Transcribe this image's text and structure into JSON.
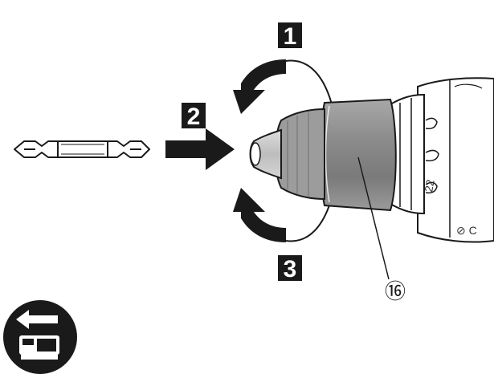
{
  "steps": [
    {
      "number": "1",
      "action": "rotate-counterclockwise"
    },
    {
      "number": "2",
      "action": "insert-bit"
    },
    {
      "number": "3",
      "action": "rotate-clockwise"
    }
  ],
  "callout": {
    "label": "⑯",
    "part": "keyless chuck"
  },
  "icons": {
    "battery_remove": "battery-removal-icon",
    "bit": "screwdriver-bit-icon",
    "drill": "drill-chuck-icon"
  },
  "colors": {
    "ink": "#1a1a1a",
    "chuck_gray": "#8a8a8a",
    "background": "#ffffff"
  }
}
